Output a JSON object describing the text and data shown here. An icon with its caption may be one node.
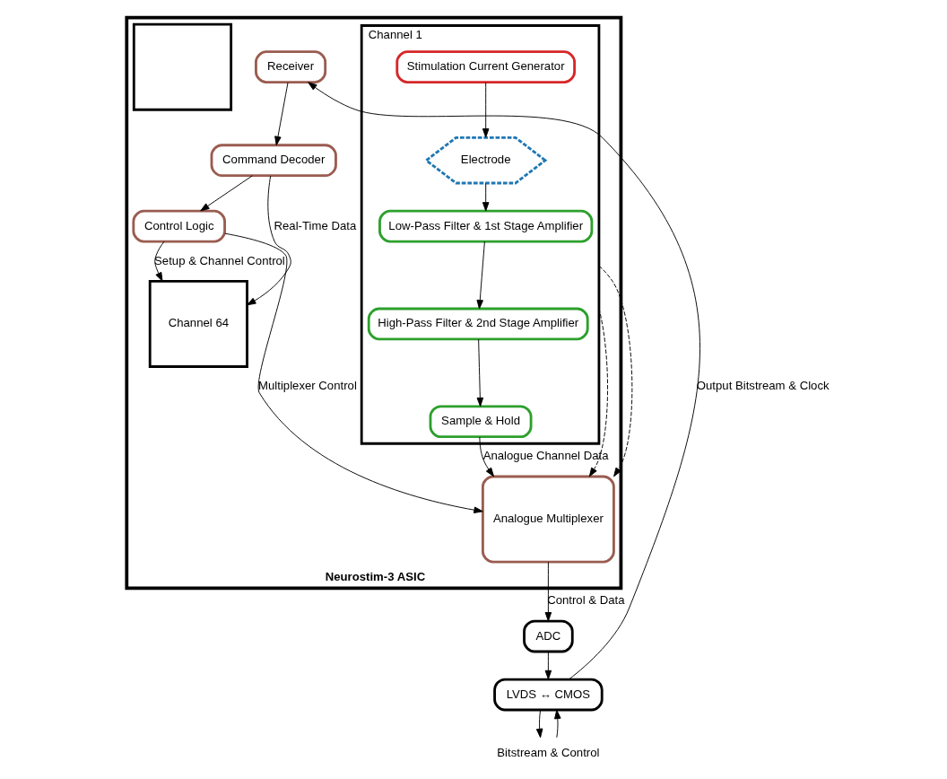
{
  "diagram": {
    "nodes": [
      {
        "text": [
          "Neurostim-3 ASIC"
        ]
      },
      {
        "text": [
          "Control Logic"
        ],
        "in": 0
      },
      {
        "text": [
          "Command Decoder"
        ],
        "in": 0
      },
      {
        "text": [
          "Receiver"
        ],
        "in": 0
      },
      {
        "text": [
          "Channel 64"
        ],
        "in": 0
      },
      {
        "text": [],
        "shape": "box",
        "in": 0
      },
      {
        "text": [
          "Channel 1"
        ],
        "in": 0
      },
      {
        "text": [
          "Low-Pass Filter & 1st Stage Amplifier"
        ],
        "in": 6
      },
      {
        "text": [
          "Electrode"
        ],
        "in": 6
      },
      {
        "text": [
          "High-Pass Filter & 2nd Stage Amplifier"
        ],
        "in": 6
      },
      {
        "text": [
          "Stimulation Current Generator"
        ],
        "in": 6
      },
      {
        "text": [
          "Sample & Hold"
        ],
        "in": 6
      },
      {
        "text": [
          "Analogue Multiplexer"
        ],
        "in": 0
      },
      {
        "text": [
          "LVDS ↔ CMOS"
        ]
      },
      {
        "text": [
          "ADC"
        ]
      },
      {
        "text": [
          "Bitstream & Control"
        ]
      }
    ],
    "edges": [
      {
        "from": 1,
        "to": 12,
        "arrow": "to",
        "label": "Multiplexer Control"
      },
      {
        "from": 1,
        "to": 4,
        "arrow": "to",
        "label": "Setup & Channel Control"
      },
      {
        "from": 2,
        "to": 1,
        "arrow": "to"
      },
      {
        "from": 2,
        "to": 4,
        "arrow": "to",
        "label": "Real-Time Data"
      },
      {
        "from": 3,
        "to": 2,
        "arrow": "to"
      },
      {
        "from": 8,
        "to": 7,
        "arrow": "to"
      },
      {
        "from": 7,
        "to": 9,
        "arrow": "to"
      },
      {
        "from": 10,
        "to": 8,
        "arrow": "to"
      },
      {
        "from": 9,
        "to": 11,
        "arrow": "to"
      },
      {
        "from": 6,
        "to": 12,
        "arrow": "to",
        "style": "dashed"
      },
      {
        "from": 6,
        "to": 12,
        "arrow": "to",
        "style": "dashed"
      },
      {
        "from": 11,
        "to": 12,
        "arrow": "to",
        "label": "Analogue Channel Data"
      },
      {
        "from": 12,
        "to": 14,
        "arrow": "to",
        "label": "Control & Data"
      },
      {
        "from": 14,
        "to": 13,
        "arrow": "to"
      },
      {
        "from": 13,
        "to": 3,
        "arrow": "to",
        "label": "Output Bitstream & Clock"
      },
      {
        "from": 15,
        "to": 13,
        "arrow": "to"
      },
      {
        "from": 13,
        "to": 15,
        "arrow": "to"
      }
    ]
  }
}
